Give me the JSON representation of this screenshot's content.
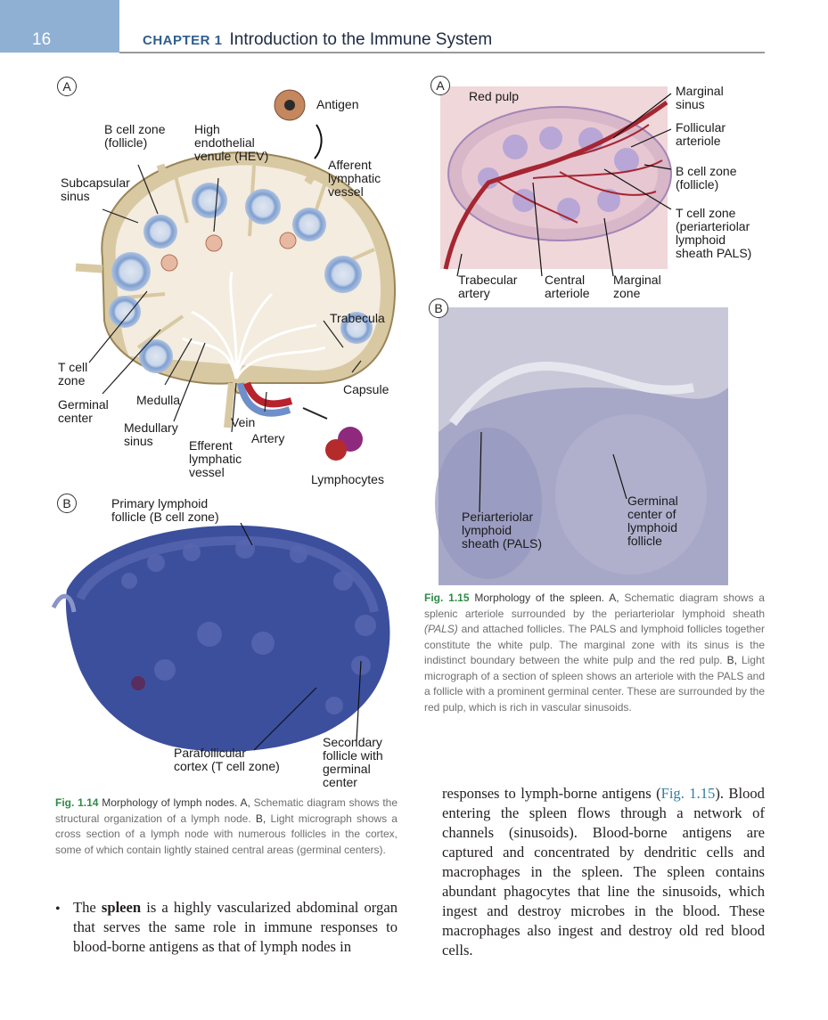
{
  "header": {
    "page_number": "16",
    "chapter_label": "CHAPTER 1",
    "chapter_title": "Introduction to the Immune System"
  },
  "fig14": {
    "panel_a": "A",
    "panel_b": "B",
    "labels": {
      "antigen": "Antigen",
      "b_cell_zone": "B cell zone\n(follicle)",
      "hev": "High\nendothelial\nvenule (HEV)",
      "afferent": "Afferent\nlymphatic\nvessel",
      "subcapsular": "Subcapsular\nsinus",
      "trabecula": "Trabecula",
      "t_cell_zone": "T cell\nzone",
      "capsule": "Capsule",
      "germinal": "Germinal\ncenter",
      "medulla": "Medulla",
      "medullary_sinus": "Medullary\nsinus",
      "vein": "Vein",
      "artery": "Artery",
      "efferent": "Efferent\nlymphatic\nvessel",
      "lymphocytes": "Lymphocytes",
      "primary_follicle": "Primary lymphoid\nfollicle (B cell zone)",
      "parafollicular": "Parafollicular\ncortex (T cell zone)",
      "secondary_follicle": "Secondary\nfollicle with\ngerminal\ncenter"
    },
    "caption_num": "Fig. 1.14",
    "caption_title": "Morphology of lymph nodes.",
    "caption_a": "A,",
    "caption_a_text": "Schematic diagram shows the structural organization of a lymph node.",
    "caption_b": "B,",
    "caption_b_text": "Light micrograph shows a cross section of a lymph node with numerous follicles in the cortex, some of which contain lightly stained central areas (germinal centers)."
  },
  "fig15": {
    "panel_a": "A",
    "panel_b": "B",
    "labels": {
      "red_pulp": "Red pulp",
      "marginal_sinus": "Marginal\nsinus",
      "follicular_arteriole": "Follicular\narteriole",
      "b_cell_zone": "B cell zone\n(follicle)",
      "t_cell_zone": "T cell zone\n(periarteriolar\nlymphoid\nsheath PALS)",
      "trabecular_artery": "Trabecular\nartery",
      "central_arteriole": "Central\narteriole",
      "marginal_zone": "Marginal\nzone",
      "pals": "Periarteriolar\nlymphoid\nsheath (PALS)",
      "germinal": "Germinal\ncenter of\nlymphoid\nfollicle"
    },
    "caption_num": "Fig. 1.15",
    "caption_title": "Morphology of the spleen.",
    "caption_a": "A,",
    "caption_a_text": "Schematic diagram shows a splenic arteriole surrounded by the periarteriolar lymphoid sheath",
    "caption_pals": "(PALS)",
    "caption_a_text2": "and attached follicles. The PALS and lymphoid follicles together constitute the white pulp. The marginal zone with its sinus is the indistinct boundary between the white pulp and the red pulp.",
    "caption_b": "B,",
    "caption_b_text": "Light micrograph of a section of spleen shows an arteriole with the PALS and a follicle with a prominent germinal center. These are surrounded by the red pulp, which is rich in vascular sinusoids."
  },
  "body": {
    "bullet": "•",
    "left_pre": "The ",
    "left_bold": "spleen",
    "left_post": " is a highly vascularized abdominal organ that serves the same role in immune responses to blood-borne antigens as that of lymph nodes in",
    "right_pre": "responses to lymph-borne antigens (",
    "right_ref": "Fig. 1.15",
    "right_post": "). Blood entering the spleen flows through a network of channels (sinusoids). Blood-borne antigens are captured and concentrated by dendritic cells and macrophages in the spleen. The spleen contains abundant phagocytes that line the sinusoids, which ingest and destroy microbes in the blood. These macrophages also ingest and destroy old red blood cells."
  }
}
